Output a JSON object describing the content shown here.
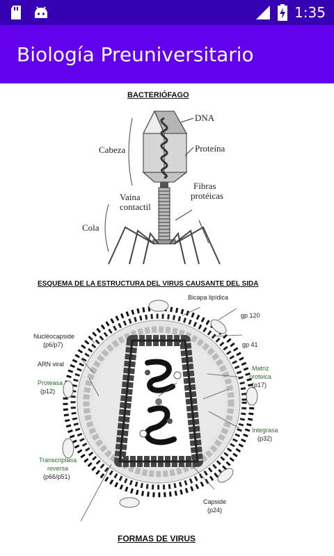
{
  "status_bar": {
    "time": "1:35"
  },
  "app_bar": {
    "title": "Biología Preuniversitario"
  },
  "sections": {
    "bacteriophage": {
      "heading": "BACTERIÓFAGO",
      "labels": {
        "dna": "DNA",
        "cabeza": "Cabeza",
        "proteina": "Proteína",
        "fibras_1": "Fibras",
        "fibras_2": "protéicas",
        "vaina_1": "Vaina",
        "vaina_2": "contactil",
        "cola": "Cola"
      }
    },
    "hiv": {
      "heading": "ESQUEMA DE LA ESTRUCTURA DEL VIRUS CAUSANTE DEL SIDA",
      "labels": {
        "bicapa": "Bicapa lipídica",
        "gp120": "gp 120",
        "gp41": "gp 41",
        "nucleocapside_1": "Nucléocapside",
        "nucleocapside_2": "(p6/p7)",
        "arn": "ARN viral",
        "proteasa_1": "Proteasa",
        "proteasa_2": "(p12)",
        "matriz_1": "Matriz",
        "matriz_2": "proteica",
        "matriz_3": "(p17)",
        "integrasa_1": "Integrasa",
        "integrasa_2": "(p32)",
        "transcriptasa_1": "Transcriptasa",
        "transcriptasa_2": "reversa",
        "transcriptasa_3": "(p66/p51)",
        "capside_1": "Capside",
        "capside_2": "(p24)"
      }
    },
    "forms": {
      "heading": "FORMAS DE VIRUS"
    }
  }
}
